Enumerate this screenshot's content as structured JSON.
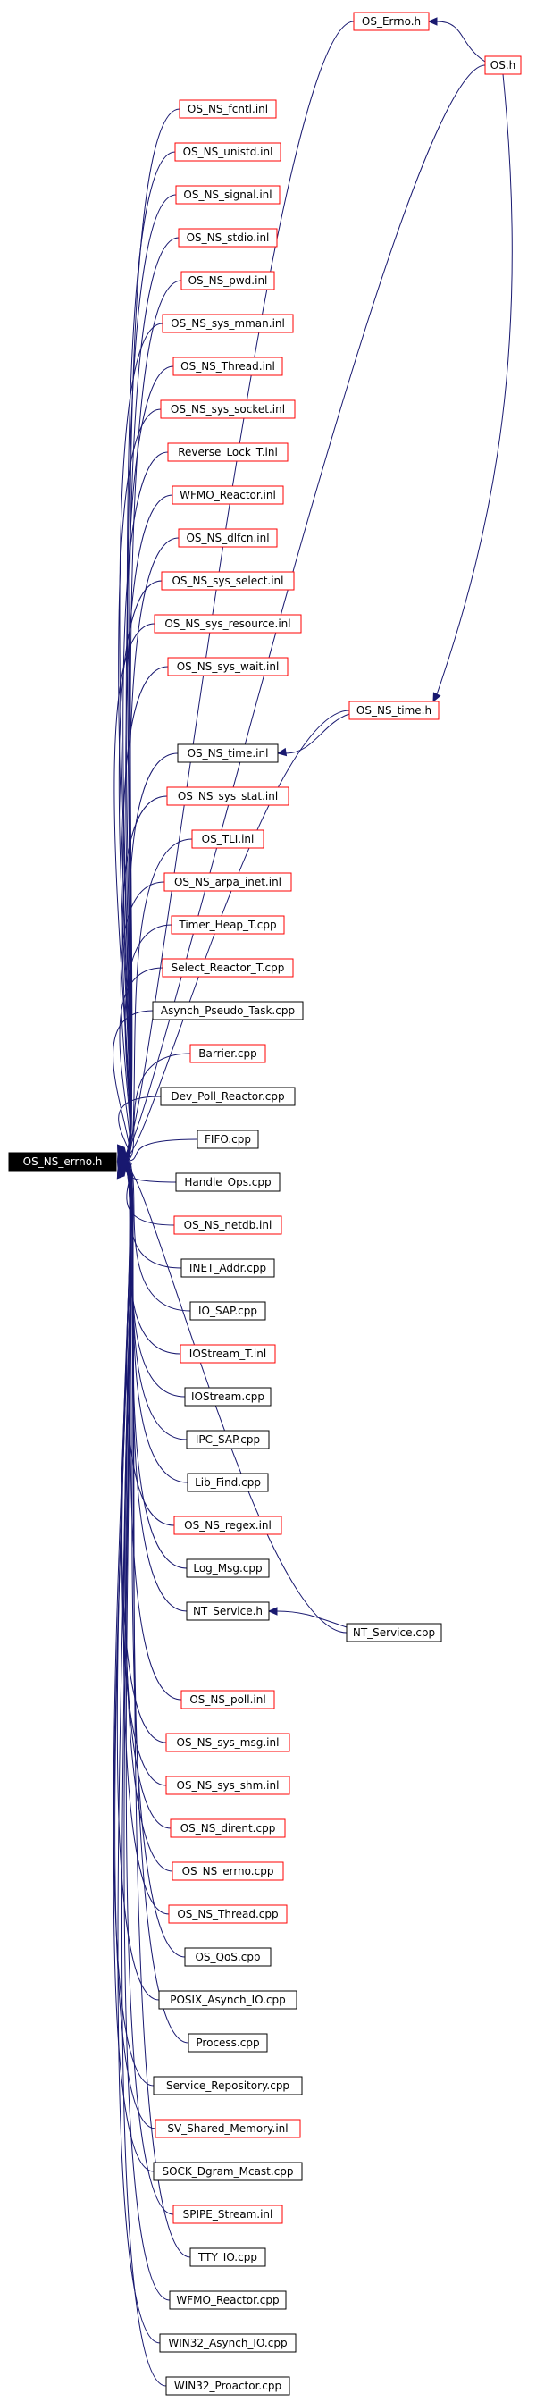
{
  "colors": {
    "background": "#ffffff",
    "edge": "#191970",
    "link_border": "#ff0000",
    "plain_border": "#000000",
    "root_fill": "#000000",
    "root_text": "#ffffff",
    "text": "#000000"
  },
  "root": {
    "id": "root",
    "label": "OS_NS_errno.h"
  },
  "nodes": [
    {
      "id": "os_errno_h",
      "label": "OS_Errno.h",
      "border": "red"
    },
    {
      "id": "os_h",
      "label": "OS.h",
      "border": "red"
    },
    {
      "id": "os_ns_fcntl_inl",
      "label": "OS_NS_fcntl.inl",
      "border": "red"
    },
    {
      "id": "os_ns_unistd_inl",
      "label": "OS_NS_unistd.inl",
      "border": "red"
    },
    {
      "id": "os_ns_signal_inl",
      "label": "OS_NS_signal.inl",
      "border": "red"
    },
    {
      "id": "os_ns_stdio_inl",
      "label": "OS_NS_stdio.inl",
      "border": "red"
    },
    {
      "id": "os_ns_pwd_inl",
      "label": "OS_NS_pwd.inl",
      "border": "red"
    },
    {
      "id": "os_ns_sys_mman_inl",
      "label": "OS_NS_sys_mman.inl",
      "border": "red"
    },
    {
      "id": "os_ns_thread_inl",
      "label": "OS_NS_Thread.inl",
      "border": "red"
    },
    {
      "id": "os_ns_sys_socket_inl",
      "label": "OS_NS_sys_socket.inl",
      "border": "red"
    },
    {
      "id": "reverse_lock_t_inl",
      "label": "Reverse_Lock_T.inl",
      "border": "red"
    },
    {
      "id": "wfmo_reactor_inl",
      "label": "WFMO_Reactor.inl",
      "border": "red"
    },
    {
      "id": "os_ns_dlfcn_inl",
      "label": "OS_NS_dlfcn.inl",
      "border": "red"
    },
    {
      "id": "os_ns_sys_select_inl",
      "label": "OS_NS_sys_select.inl",
      "border": "red"
    },
    {
      "id": "os_ns_sys_resource_inl",
      "label": "OS_NS_sys_resource.inl",
      "border": "red"
    },
    {
      "id": "os_ns_sys_wait_inl",
      "label": "OS_NS_sys_wait.inl",
      "border": "red"
    },
    {
      "id": "os_ns_time_h",
      "label": "OS_NS_time.h",
      "border": "red"
    },
    {
      "id": "os_ns_time_inl",
      "label": "OS_NS_time.inl",
      "border": "black"
    },
    {
      "id": "os_ns_sys_stat_inl",
      "label": "OS_NS_sys_stat.inl",
      "border": "red"
    },
    {
      "id": "os_tli_inl",
      "label": "OS_TLI.inl",
      "border": "red"
    },
    {
      "id": "os_ns_arpa_inet_inl",
      "label": "OS_NS_arpa_inet.inl",
      "border": "red"
    },
    {
      "id": "timer_heap_t_cpp",
      "label": "Timer_Heap_T.cpp",
      "border": "red"
    },
    {
      "id": "select_reactor_t_cpp",
      "label": "Select_Reactor_T.cpp",
      "border": "red"
    },
    {
      "id": "asynch_pseudo_task_cpp",
      "label": "Asynch_Pseudo_Task.cpp",
      "border": "black"
    },
    {
      "id": "barrier_cpp",
      "label": "Barrier.cpp",
      "border": "red"
    },
    {
      "id": "dev_poll_reactor_cpp",
      "label": "Dev_Poll_Reactor.cpp",
      "border": "black"
    },
    {
      "id": "fifo_cpp",
      "label": "FIFO.cpp",
      "border": "black"
    },
    {
      "id": "handle_ops_cpp",
      "label": "Handle_Ops.cpp",
      "border": "black"
    },
    {
      "id": "os_ns_netdb_inl",
      "label": "OS_NS_netdb.inl",
      "border": "red"
    },
    {
      "id": "inet_addr_cpp",
      "label": "INET_Addr.cpp",
      "border": "black"
    },
    {
      "id": "io_sap_cpp",
      "label": "IO_SAP.cpp",
      "border": "black"
    },
    {
      "id": "iostream_t_inl",
      "label": "IOStream_T.inl",
      "border": "red"
    },
    {
      "id": "iostream_cpp",
      "label": "IOStream.cpp",
      "border": "black"
    },
    {
      "id": "ipc_sap_cpp",
      "label": "IPC_SAP.cpp",
      "border": "black"
    },
    {
      "id": "lib_find_cpp",
      "label": "Lib_Find.cpp",
      "border": "black"
    },
    {
      "id": "os_ns_regex_inl",
      "label": "OS_NS_regex.inl",
      "border": "red"
    },
    {
      "id": "log_msg_cpp",
      "label": "Log_Msg.cpp",
      "border": "black"
    },
    {
      "id": "nt_service_h",
      "label": "NT_Service.h",
      "border": "black"
    },
    {
      "id": "nt_service_cpp",
      "label": "NT_Service.cpp",
      "border": "black"
    },
    {
      "id": "os_ns_poll_inl",
      "label": "OS_NS_poll.inl",
      "border": "red"
    },
    {
      "id": "os_ns_sys_msg_inl",
      "label": "OS_NS_sys_msg.inl",
      "border": "red"
    },
    {
      "id": "os_ns_sys_shm_inl",
      "label": "OS_NS_sys_shm.inl",
      "border": "red"
    },
    {
      "id": "os_ns_dirent_cpp",
      "label": "OS_NS_dirent.cpp",
      "border": "red"
    },
    {
      "id": "os_ns_errno_cpp",
      "label": "OS_NS_errno.cpp",
      "border": "red"
    },
    {
      "id": "os_ns_thread_cpp",
      "label": "OS_NS_Thread.cpp",
      "border": "red"
    },
    {
      "id": "os_qos_cpp",
      "label": "OS_QoS.cpp",
      "border": "black"
    },
    {
      "id": "posix_asynch_io_cpp",
      "label": "POSIX_Asynch_IO.cpp",
      "border": "black"
    },
    {
      "id": "process_cpp",
      "label": "Process.cpp",
      "border": "black"
    },
    {
      "id": "service_repository_cpp",
      "label": "Service_Repository.cpp",
      "border": "black"
    },
    {
      "id": "sv_shared_memory_inl",
      "label": "SV_Shared_Memory.inl",
      "border": "red"
    },
    {
      "id": "sock_dgram_mcast_cpp",
      "label": "SOCK_Dgram_Mcast.cpp",
      "border": "black"
    },
    {
      "id": "spipe_stream_inl",
      "label": "SPIPE_Stream.inl",
      "border": "red"
    },
    {
      "id": "tty_io_cpp",
      "label": "TTY_IO.cpp",
      "border": "black"
    },
    {
      "id": "wfmo_reactor_cpp",
      "label": "WFMO_Reactor.cpp",
      "border": "black"
    },
    {
      "id": "win32_asynch_io_cpp",
      "label": "WIN32_Asynch_IO.cpp",
      "border": "black"
    },
    {
      "id": "win32_proactor_cpp",
      "label": "WIN32_Proactor.cpp",
      "border": "black"
    }
  ],
  "edges": [
    {
      "from": "os_errno_h",
      "to": "root"
    },
    {
      "from": "os_h",
      "to": "os_errno_h"
    },
    {
      "from": "os_h",
      "to": "root"
    },
    {
      "from": "os_h",
      "to": "os_ns_time_h"
    },
    {
      "from": "os_ns_fcntl_inl",
      "to": "root"
    },
    {
      "from": "os_ns_unistd_inl",
      "to": "root"
    },
    {
      "from": "os_ns_signal_inl",
      "to": "root"
    },
    {
      "from": "os_ns_stdio_inl",
      "to": "root"
    },
    {
      "from": "os_ns_pwd_inl",
      "to": "root"
    },
    {
      "from": "os_ns_sys_mman_inl",
      "to": "root"
    },
    {
      "from": "os_ns_thread_inl",
      "to": "root"
    },
    {
      "from": "os_ns_sys_socket_inl",
      "to": "root"
    },
    {
      "from": "reverse_lock_t_inl",
      "to": "root"
    },
    {
      "from": "wfmo_reactor_inl",
      "to": "root"
    },
    {
      "from": "os_ns_dlfcn_inl",
      "to": "root"
    },
    {
      "from": "os_ns_sys_select_inl",
      "to": "root"
    },
    {
      "from": "os_ns_sys_resource_inl",
      "to": "root"
    },
    {
      "from": "os_ns_sys_wait_inl",
      "to": "root"
    },
    {
      "from": "os_ns_time_h",
      "to": "root"
    },
    {
      "from": "os_ns_time_h",
      "to": "os_ns_time_inl"
    },
    {
      "from": "os_ns_time_inl",
      "to": "root"
    },
    {
      "from": "os_ns_sys_stat_inl",
      "to": "root"
    },
    {
      "from": "os_tli_inl",
      "to": "root"
    },
    {
      "from": "os_ns_arpa_inet_inl",
      "to": "root"
    },
    {
      "from": "timer_heap_t_cpp",
      "to": "root"
    },
    {
      "from": "select_reactor_t_cpp",
      "to": "root"
    },
    {
      "from": "asynch_pseudo_task_cpp",
      "to": "root"
    },
    {
      "from": "barrier_cpp",
      "to": "root"
    },
    {
      "from": "dev_poll_reactor_cpp",
      "to": "root"
    },
    {
      "from": "fifo_cpp",
      "to": "root"
    },
    {
      "from": "handle_ops_cpp",
      "to": "root"
    },
    {
      "from": "os_ns_netdb_inl",
      "to": "root"
    },
    {
      "from": "inet_addr_cpp",
      "to": "root"
    },
    {
      "from": "io_sap_cpp",
      "to": "root"
    },
    {
      "from": "iostream_t_inl",
      "to": "root"
    },
    {
      "from": "iostream_cpp",
      "to": "root"
    },
    {
      "from": "ipc_sap_cpp",
      "to": "root"
    },
    {
      "from": "lib_find_cpp",
      "to": "root"
    },
    {
      "from": "os_ns_regex_inl",
      "to": "root"
    },
    {
      "from": "log_msg_cpp",
      "to": "root"
    },
    {
      "from": "nt_service_h",
      "to": "root"
    },
    {
      "from": "nt_service_cpp",
      "to": "nt_service_h"
    },
    {
      "from": "nt_service_cpp",
      "to": "root"
    },
    {
      "from": "os_ns_poll_inl",
      "to": "root"
    },
    {
      "from": "os_ns_sys_msg_inl",
      "to": "root"
    },
    {
      "from": "os_ns_sys_shm_inl",
      "to": "root"
    },
    {
      "from": "os_ns_dirent_cpp",
      "to": "root"
    },
    {
      "from": "os_ns_errno_cpp",
      "to": "root"
    },
    {
      "from": "os_ns_thread_cpp",
      "to": "root"
    },
    {
      "from": "os_qos_cpp",
      "to": "root"
    },
    {
      "from": "posix_asynch_io_cpp",
      "to": "root"
    },
    {
      "from": "process_cpp",
      "to": "root"
    },
    {
      "from": "service_repository_cpp",
      "to": "root"
    },
    {
      "from": "sv_shared_memory_inl",
      "to": "root"
    },
    {
      "from": "sock_dgram_mcast_cpp",
      "to": "root"
    },
    {
      "from": "spipe_stream_inl",
      "to": "root"
    },
    {
      "from": "tty_io_cpp",
      "to": "root"
    },
    {
      "from": "wfmo_reactor_cpp",
      "to": "root"
    },
    {
      "from": "win32_asynch_io_cpp",
      "to": "root"
    },
    {
      "from": "win32_proactor_cpp",
      "to": "root"
    }
  ]
}
